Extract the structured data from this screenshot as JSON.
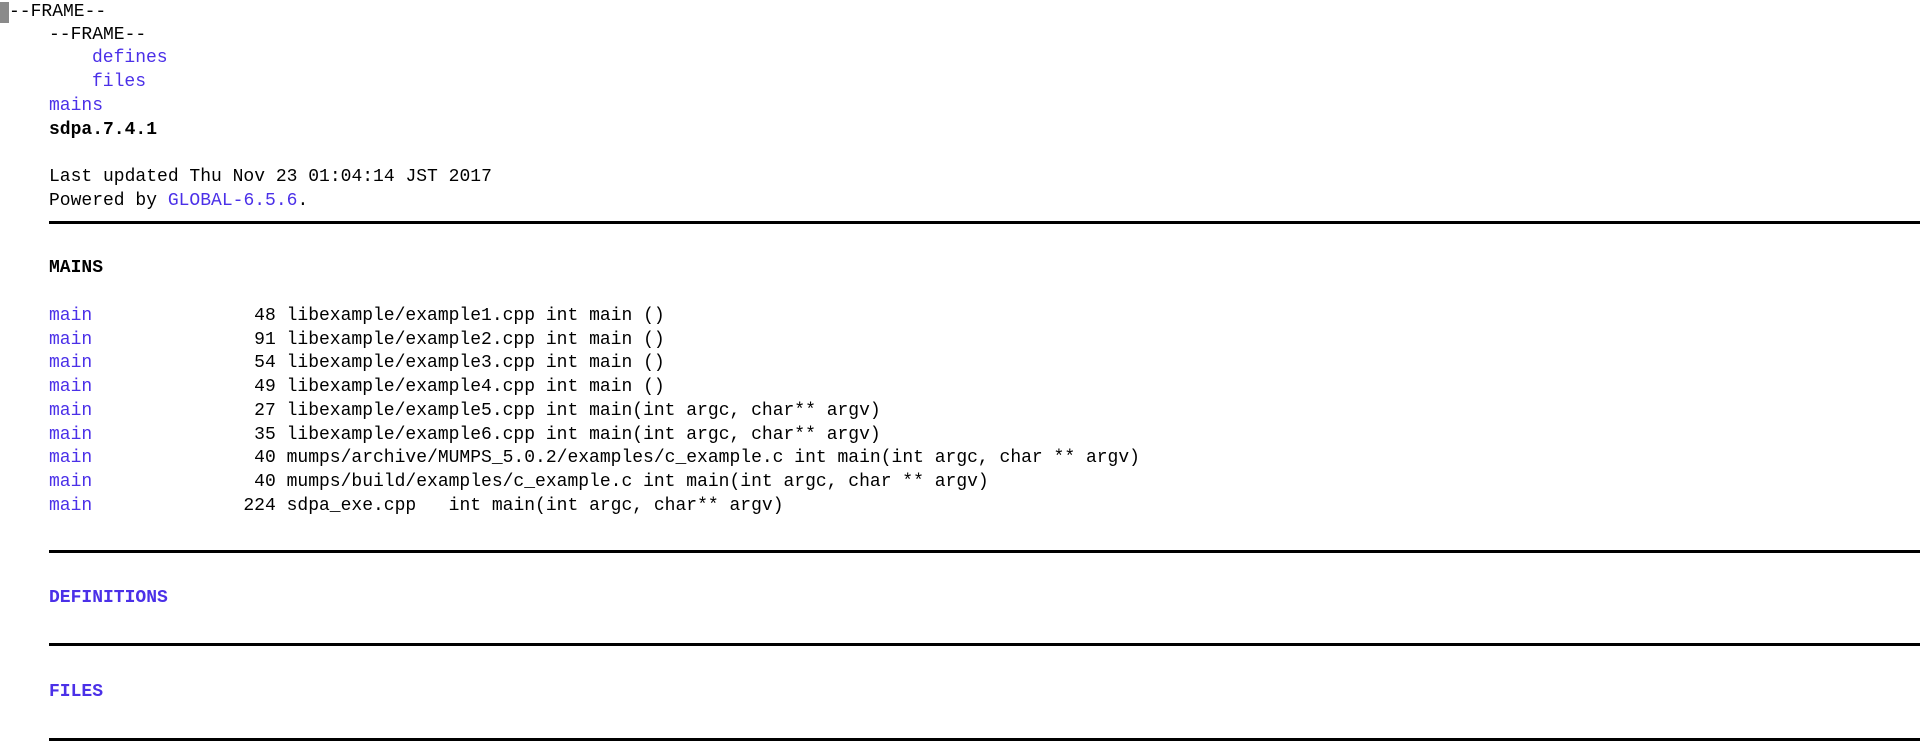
{
  "tree": {
    "frame_outer": "--FRAME--",
    "frame_inner": "--FRAME--",
    "defines_link": "defines",
    "files_link": "files",
    "mains_link": "mains",
    "project_name": "sdpa.7.4.1"
  },
  "footer_info": {
    "last_updated": "Last updated Thu Nov 23 01:04:14 JST 2017",
    "powered_prefix": "Powered by ",
    "global_link": "GLOBAL-6.5.6",
    "powered_suffix": "."
  },
  "mains": {
    "heading": "MAINS",
    "rows": [
      {
        "name": "main",
        "line": "48",
        "file": "libexample/example1.cpp",
        "code": "int main ()"
      },
      {
        "name": "main",
        "line": "91",
        "file": "libexample/example2.cpp",
        "code": "int main ()"
      },
      {
        "name": "main",
        "line": "54",
        "file": "libexample/example3.cpp",
        "code": "int main ()"
      },
      {
        "name": "main",
        "line": "49",
        "file": "libexample/example4.cpp",
        "code": "int main ()"
      },
      {
        "name": "main",
        "line": "27",
        "file": "libexample/example5.cpp",
        "code": "int main(int argc, char** argv)"
      },
      {
        "name": "main",
        "line": "35",
        "file": "libexample/example6.cpp",
        "code": "int main(int argc, char** argv)"
      },
      {
        "name": "main",
        "line": "40",
        "file": "mumps/archive/MUMPS_5.0.2/examples/c_example.c",
        "code": "int main(int argc, char ** argv)"
      },
      {
        "name": "main",
        "line": "40",
        "file": "mumps/build/examples/c_example.c",
        "code": "int main(int argc, char ** argv)"
      },
      {
        "name": "main",
        "line": "224",
        "file": "sdpa_exe.cpp  ",
        "code": "int main(int argc, char** argv)"
      }
    ]
  },
  "definitions": {
    "heading": "DEFINITIONS"
  },
  "files": {
    "heading": "FILES"
  },
  "colors": {
    "link": "#4b30e8",
    "text": "#000000"
  }
}
